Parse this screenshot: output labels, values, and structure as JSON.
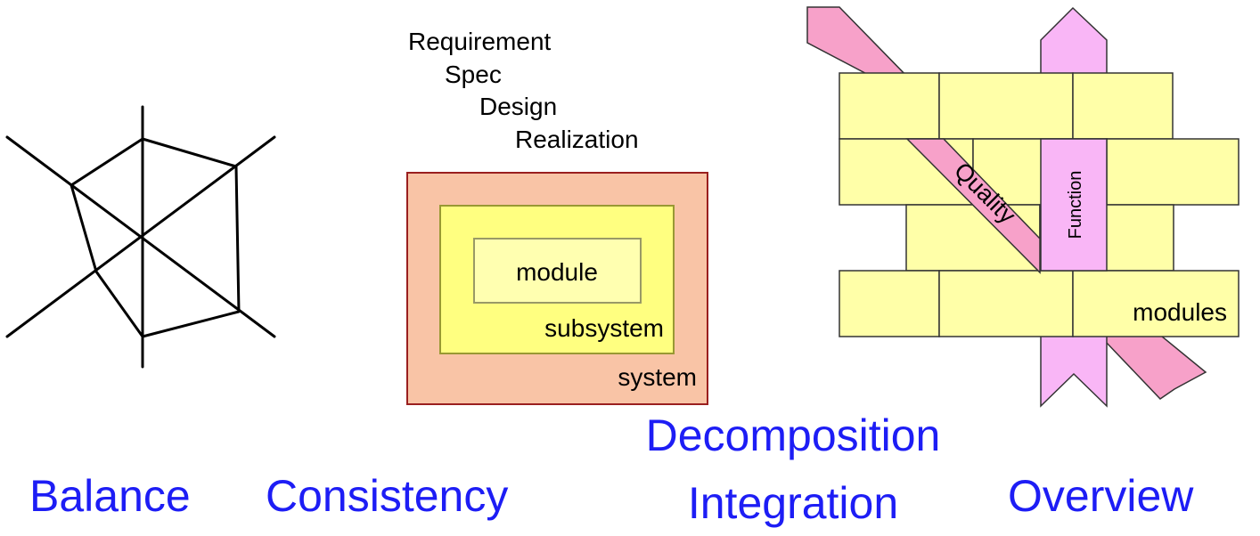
{
  "captions": {
    "balance": "Balance",
    "consistency": "Consistency",
    "decomposition": "Decomposition",
    "integration": "Integration",
    "overview": "Overview"
  },
  "consistency_diagram": {
    "levels": [
      "Requirement",
      "Spec",
      "Design",
      "Realization"
    ],
    "boxes": {
      "outer": "system",
      "middle": "subsystem",
      "inner": "module"
    }
  },
  "wall_diagram": {
    "quality_ribbon": "Quality",
    "function_ribbon": "Function",
    "bricks_label": "modules"
  },
  "colors": {
    "caption_blue": "#1d1df5",
    "system_fill": "#f9c4a6",
    "system_border": "#9a1f1f",
    "subsystem_fill": "#ffff80",
    "module_fill": "#ffffb0",
    "brick_fill": "#ffffa8",
    "quality_ribbon": "#f7a1c9",
    "function_ribbon": "#f9b6f6"
  }
}
